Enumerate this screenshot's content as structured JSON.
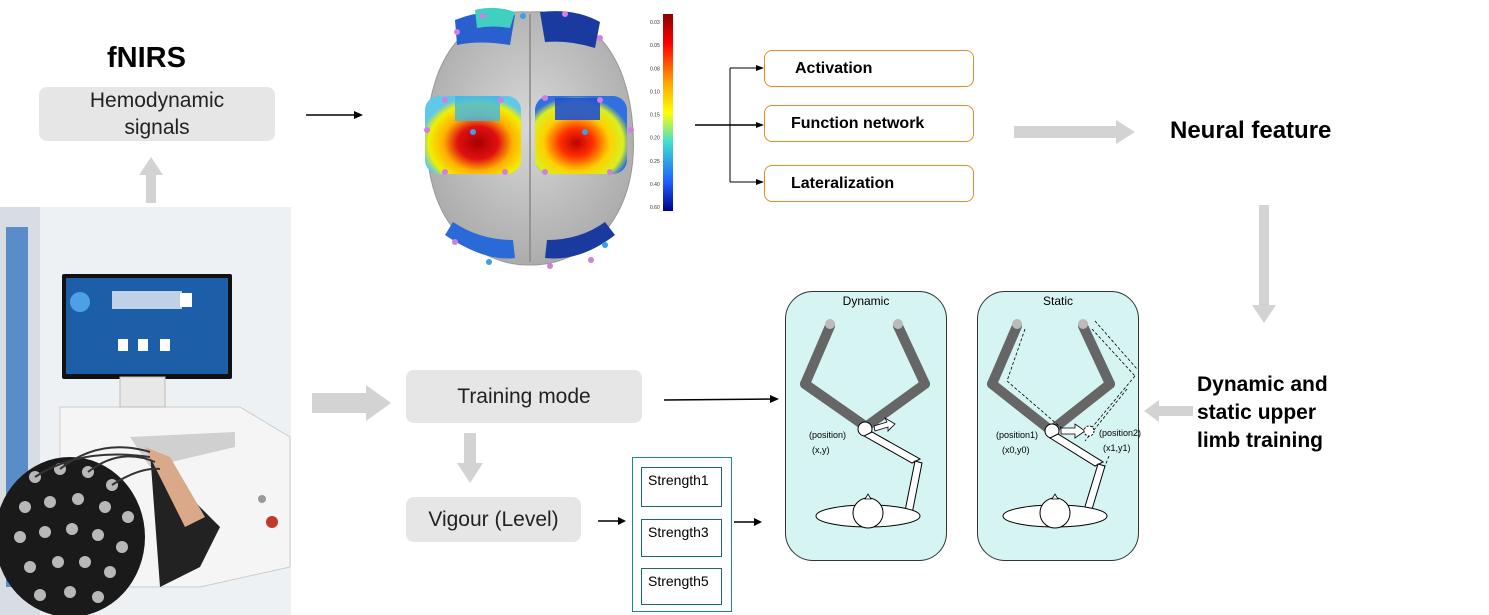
{
  "fnirs": {
    "title": "fNIRS",
    "signals_label_line1": "Hemodynamic",
    "signals_label_line2": "signals"
  },
  "features": {
    "items": [
      "Activation",
      "Function network",
      "Lateralization"
    ],
    "result": "Neural feature"
  },
  "colorbar": {
    "ticks": [
      "0.03",
      "0.05",
      "0.08",
      "0.10",
      "0.15",
      "0.20",
      "0.25",
      "0.40",
      "0.60"
    ]
  },
  "training": {
    "mode_label": "Training mode",
    "vigour_label": "Vigour (Level)",
    "strengths": [
      "Strength1",
      "Strength3",
      "Strength5"
    ],
    "side_label_lines": [
      "Dynamic and",
      "static upper",
      "limb training"
    ]
  },
  "panels": {
    "dynamic": {
      "title": "Dynamic",
      "position_label": "(position)",
      "coord_label": "(x,y)"
    },
    "static": {
      "title": "Static",
      "position1_label": "(position1)",
      "coord1_label": "(x0,y0)",
      "position2_label": "(position2)",
      "coord2_label": "(x1,y1)"
    }
  },
  "colors": {
    "grey_box": "#e6e6e6",
    "orange_border": "#e98a2a",
    "teal_panel": "#d6f4f1",
    "arm": "#666666",
    "big_arrow": "#d3d3d3"
  }
}
